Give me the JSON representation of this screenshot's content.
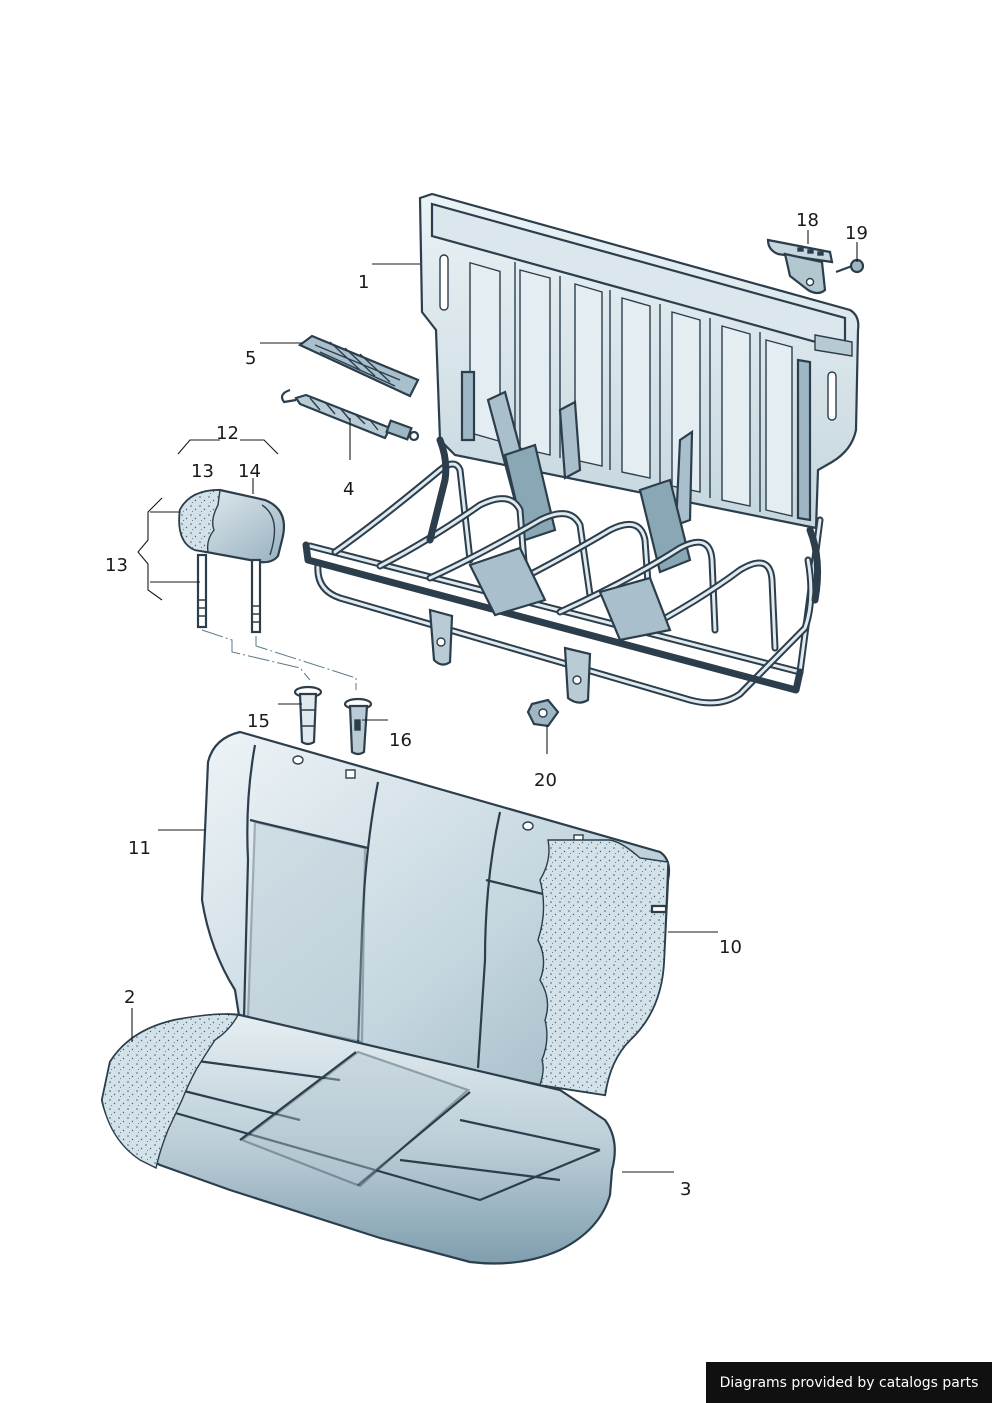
{
  "callouts": [
    {
      "id": "1",
      "text": "1"
    },
    {
      "id": "2",
      "text": "2"
    },
    {
      "id": "3",
      "text": "3"
    },
    {
      "id": "4",
      "text": "4"
    },
    {
      "id": "5",
      "text": "5"
    },
    {
      "id": "10",
      "text": "10"
    },
    {
      "id": "11",
      "text": "11"
    },
    {
      "id": "12",
      "text": "12"
    },
    {
      "id": "13a",
      "text": "13"
    },
    {
      "id": "13b",
      "text": "13"
    },
    {
      "id": "14",
      "text": "14"
    },
    {
      "id": "15",
      "text": "15"
    },
    {
      "id": "16",
      "text": "16"
    },
    {
      "id": "18",
      "text": "18"
    },
    {
      "id": "19",
      "text": "19"
    },
    {
      "id": "20",
      "text": "20"
    }
  ],
  "credit": "Diagrams provided by catalogs parts",
  "colors": {
    "line": "#2c3e4c",
    "fill_light": "#dfe9ee",
    "fill_mid": "#b9ccd6",
    "fill_dark": "#8aa7b6",
    "credit_bg": "#101010"
  }
}
